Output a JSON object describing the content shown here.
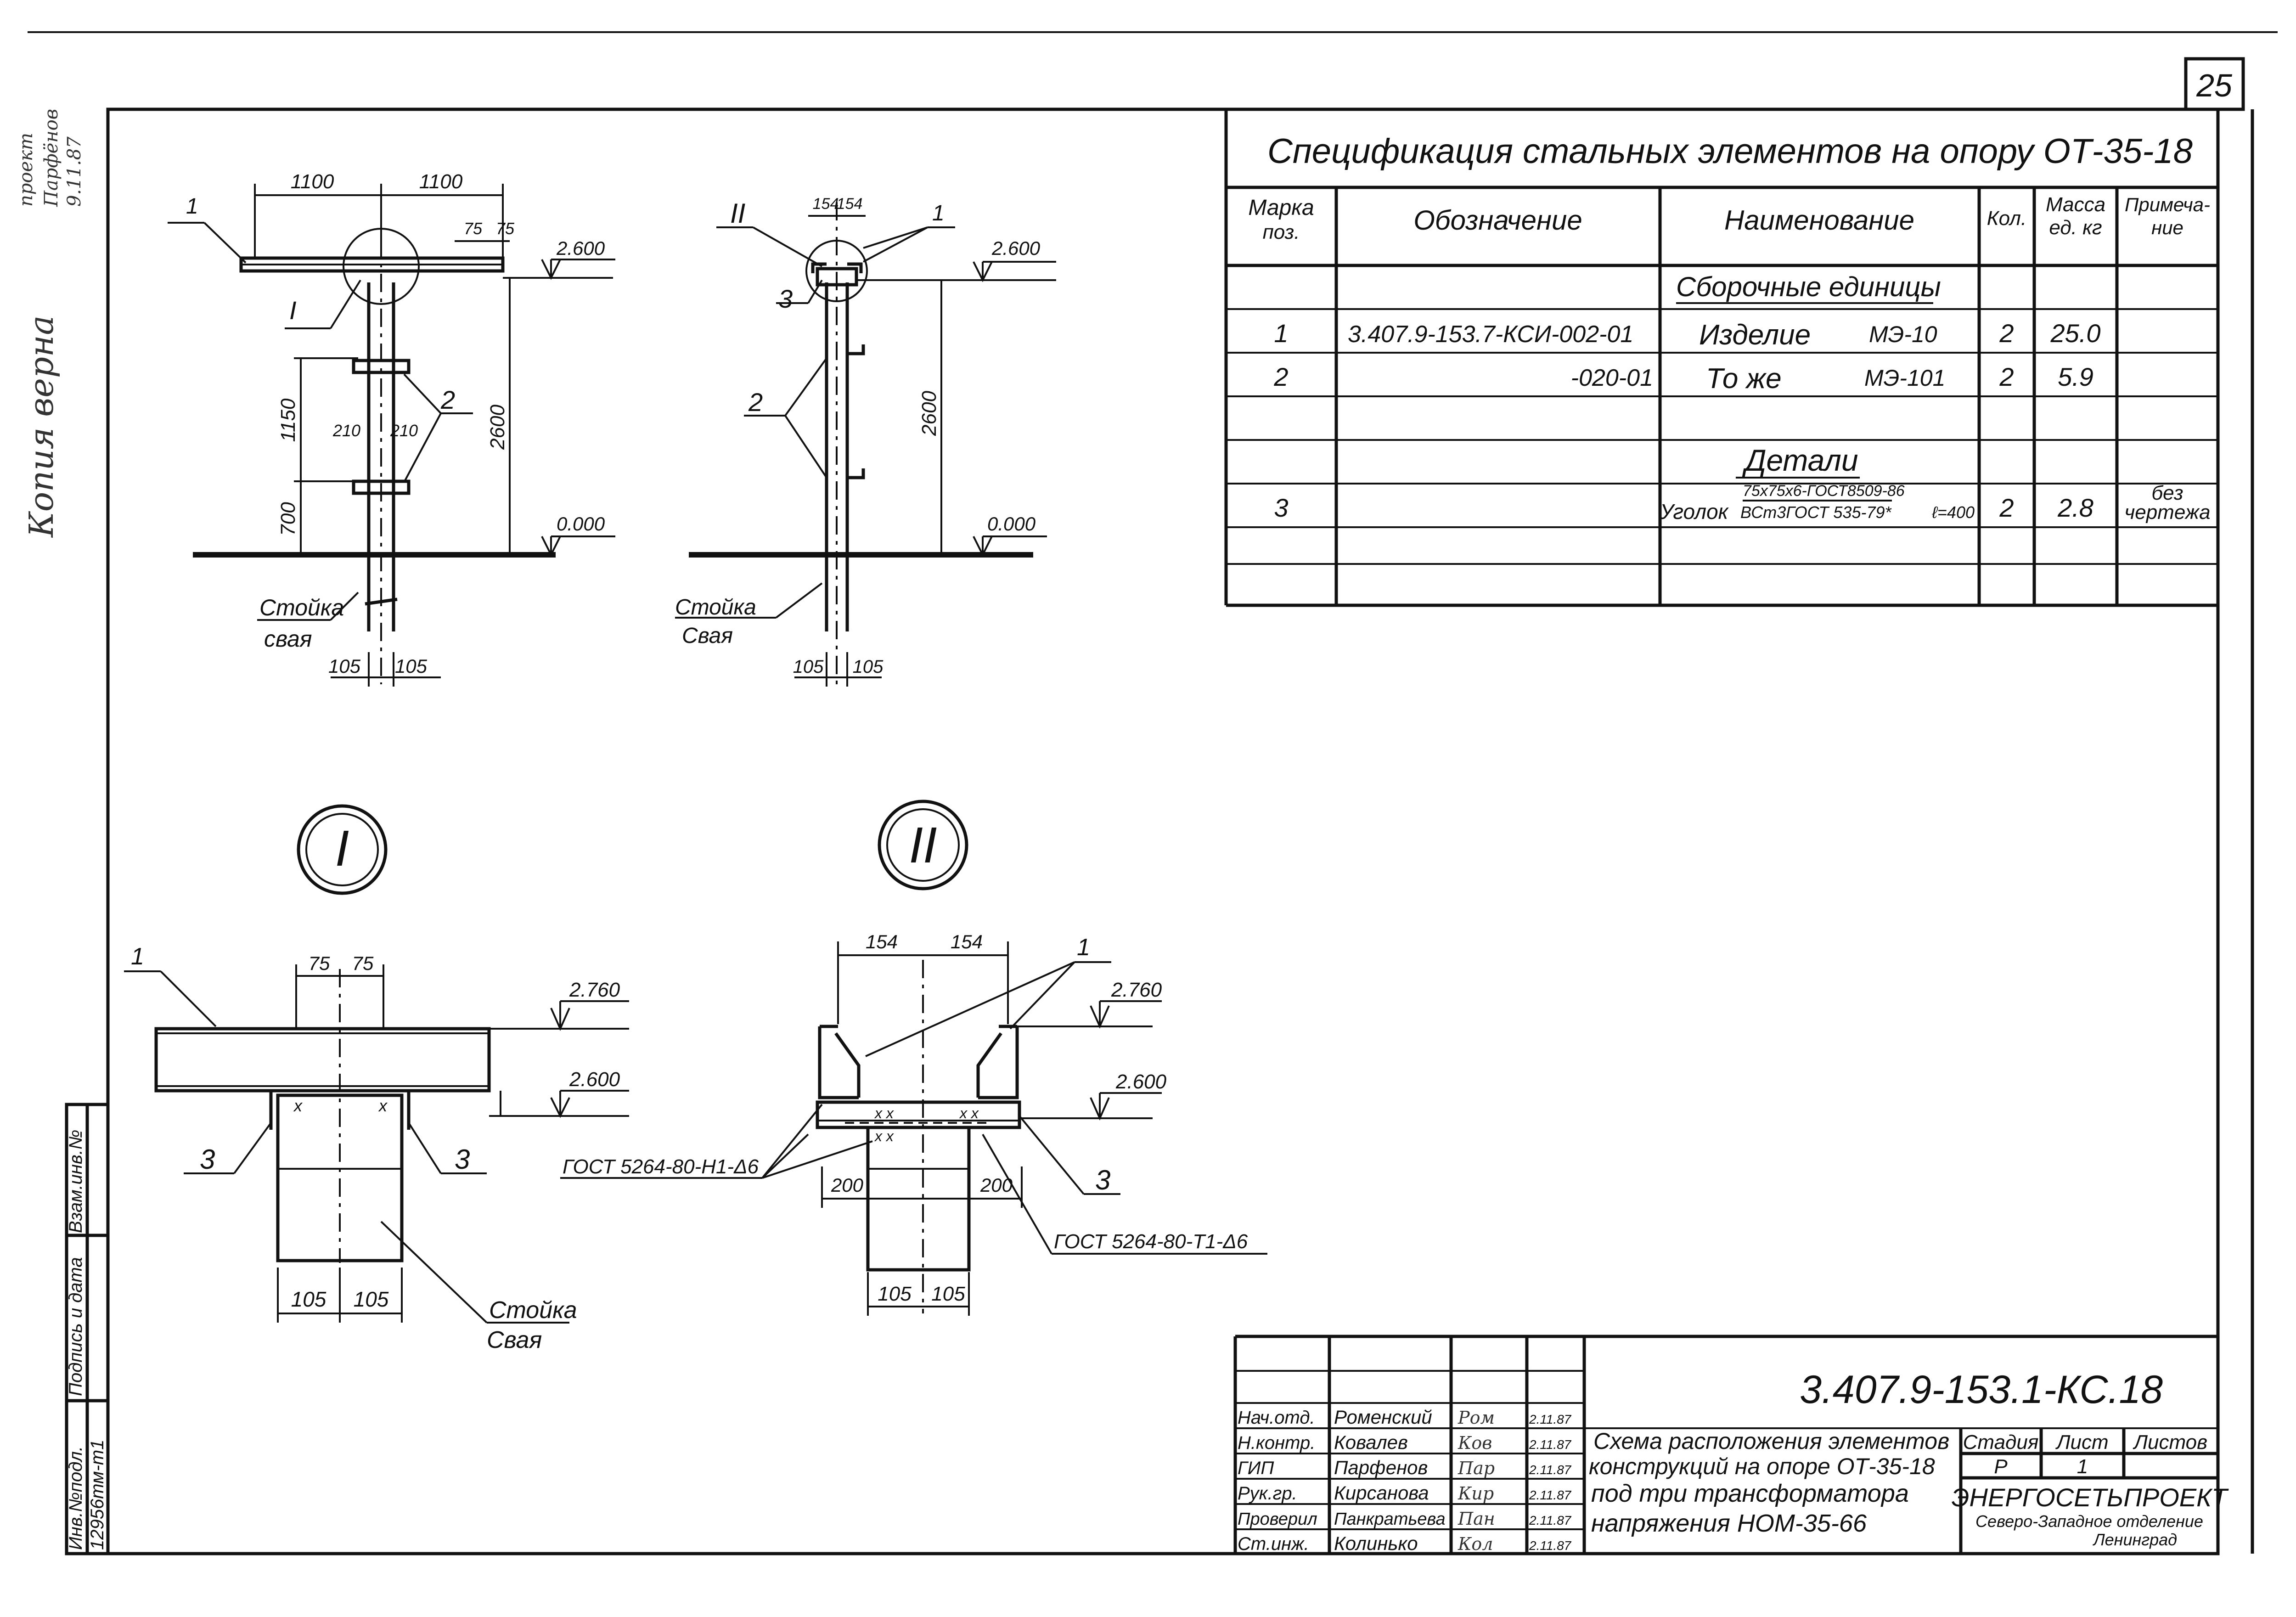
{
  "sheet_number": "25",
  "margin_note": {
    "copy_line": "Копия верна",
    "top_note": [
      "проект",
      "Парфёнов",
      "9.11.87"
    ]
  },
  "spec": {
    "title": "Спецификация стальных элементов на опору ОТ-35-18",
    "headers": {
      "mark": [
        "Марка",
        "поз."
      ],
      "designation": "Обозначение",
      "name": "Наименование",
      "qty": "Кол.",
      "mass": [
        "Масса",
        "ед. кг"
      ],
      "note": [
        "Примеча-",
        "ние"
      ]
    },
    "section_assembly": "Сборочные единицы",
    "section_details": "Детали",
    "rows": [
      {
        "mark": "1",
        "designation": "3.407.9-153.7-КСИ-002-01",
        "name": "Изделие",
        "name_code": "МЭ-10",
        "qty": "2",
        "mass": "25.0",
        "note": ""
      },
      {
        "mark": "2",
        "designation": "-020-01",
        "name": "То же",
        "name_code": "МЭ-101",
        "qty": "2",
        "mass": "5.9",
        "note": ""
      }
    ],
    "detail_row": {
      "mark": "3",
      "name": "Уголок",
      "profile_top": "75x75x6-ГОСТ8509-86",
      "profile_bottom": "ВСт3ГОСТ 535-79*",
      "length": "ℓ=400",
      "qty": "2",
      "mass": "2.8",
      "note": [
        "без",
        "чертежа"
      ]
    }
  },
  "view_front": {
    "dim_left": "1100",
    "dim_right": "1100",
    "dim_75a": "75",
    "dim_75b": "75",
    "elev_top": "2.600",
    "elev_ground": "0.000",
    "dim_height": "2600",
    "dim_1150": "1150",
    "dim_700": "700",
    "dim_210a": "210",
    "dim_210b": "210",
    "dim_105a": "105",
    "dim_105b": "105",
    "pos1": "1",
    "pos2": "2",
    "section_mark": "I",
    "post_label": [
      "Стойка",
      "свая"
    ]
  },
  "view_side": {
    "section_mark": "II",
    "dim_154a": "154",
    "dim_154b": "154",
    "pos1": "1",
    "pos2": "2",
    "pos3": "3",
    "elev_top": "2.600",
    "elev_ground": "0.000",
    "dim_height": "2600",
    "dim_105a": "105",
    "dim_105b": "105",
    "post_label": [
      "Стойка",
      "Свая"
    ]
  },
  "detail_I": {
    "circle_label": "I",
    "pos1": "1",
    "pos3a": "3",
    "pos3b": "3",
    "dim_75a": "75",
    "dim_75b": "75",
    "elev_top": "2.760",
    "elev_bottom": "2.600",
    "dim_105a": "105",
    "dim_105b": "105",
    "weld_note": "ГОСТ 5264-80-Н1-Δ6",
    "post_label": [
      "Стойка",
      "Свая"
    ]
  },
  "detail_II": {
    "circle_label": "II",
    "pos1": "1",
    "pos3": "3",
    "dim_154a": "154",
    "dim_154b": "154",
    "dim_200a": "200",
    "dim_200b": "200",
    "elev_top": "2.760",
    "elev_bottom": "2.600",
    "dim_105a": "105",
    "dim_105b": "105",
    "weld_note": "ГОСТ 5264-80-Т1-Δ6"
  },
  "side_stamp": {
    "inv": "Инв.№подл.",
    "inv_value": "12956тм-т1",
    "sign": "Подпись и дата",
    "replace": "Взам.инв.№"
  },
  "title_block": {
    "doc_code": "3.407.9-153.1-КС.18",
    "title_lines": [
      "Схема расположения элементов",
      "конструкций на опоре ОТ-35-18",
      "под три трансформатора",
      "напряжения НОМ-35-66"
    ],
    "stage_label": "Стадия",
    "sheet_label": "Лист",
    "sheets_label": "Листов",
    "stage_value": "Р",
    "sheet_value": "1",
    "org": "ЭНЕРГОСЕТЬПРОЕКТ",
    "org_sub": [
      "Северо-Западное отделение",
      "Ленинград"
    ],
    "signers": [
      {
        "role": "Нач.отд.",
        "name": "Роменский",
        "sig": "Ром",
        "date": "2.11.87"
      },
      {
        "role": "Н.контр.",
        "name": "Ковалев",
        "sig": "Ков",
        "date": "2.11.87"
      },
      {
        "role": "ГИП",
        "name": "Парфенов",
        "sig": "Пар",
        "date": "2.11.87"
      },
      {
        "role": "Рук.гр.",
        "name": "Кирсанова",
        "sig": "Кир",
        "date": "2.11.87"
      },
      {
        "role": "Проверил",
        "name": "Панкратьева",
        "sig": "Пан",
        "date": "2.11.87"
      },
      {
        "role": "Ст.инж.",
        "name": "Колинько",
        "sig": "Кол",
        "date": "2.11.87"
      }
    ]
  }
}
